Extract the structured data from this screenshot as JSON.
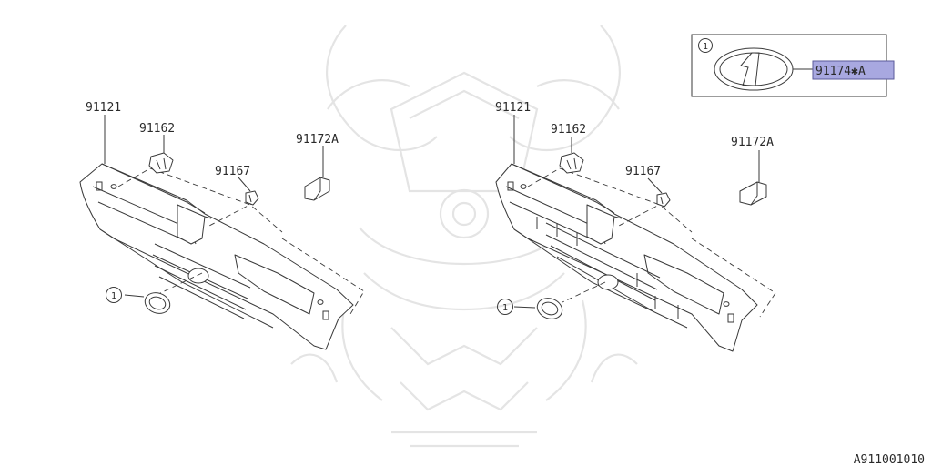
{
  "left_view": {
    "grille_label": "91121",
    "clip_label": "91162",
    "nut_label": "91167",
    "bracket_label": "91172A",
    "emblem_ref": "1"
  },
  "right_view": {
    "grille_label": "91121",
    "clip_label": "91162",
    "nut_label": "91167",
    "bracket_label": "91172A",
    "emblem_ref": "1"
  },
  "inset": {
    "ref": "1",
    "part_label": "91174✱A",
    "highlight_color": "#a8a8e0"
  },
  "diagram_code": "A911001010"
}
